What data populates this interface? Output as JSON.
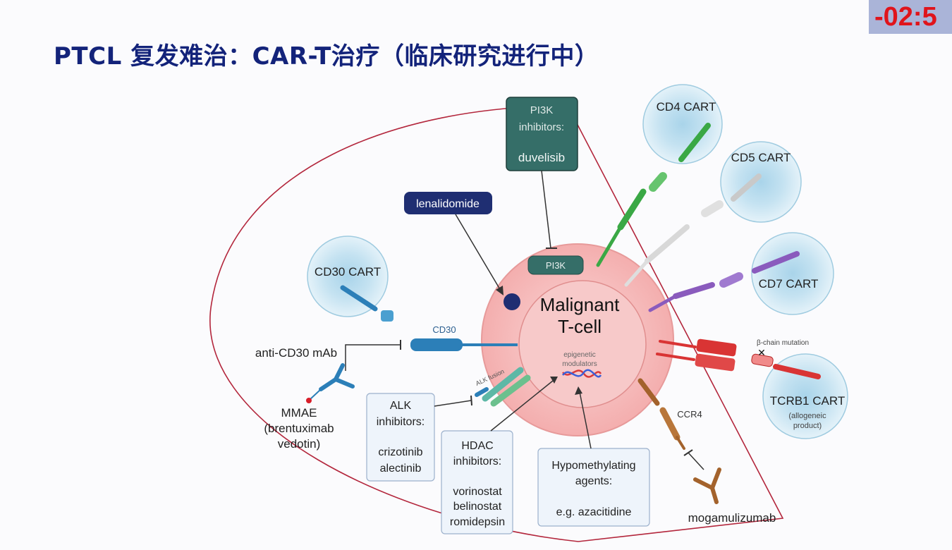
{
  "slide": {
    "title": "PTCL 复发难治：CAR-T治疗（临床研究进行中）",
    "timer": "-02:5"
  },
  "cell": {
    "name_line1": "Malignant",
    "name_line2": "T-cell",
    "epigenetic_line1": "epigenetic",
    "epigenetic_line2": "modulators",
    "pi3k_label": "PI3K"
  },
  "drugs": {
    "pi3k": {
      "line1": "PI3K",
      "line2": "inhibitors:",
      "line3": "duvelisib"
    },
    "lenalidomide": "lenalidomide",
    "alk": {
      "line1": "ALK",
      "line2": "inhibitors:",
      "line3": "crizotinib",
      "line4": "alectinib"
    },
    "hdac": {
      "line1": "HDAC",
      "line2": "inhibitors:",
      "line3": "vorinostat",
      "line4": "belinostat",
      "line5": "romidepsin"
    },
    "hypomethylating": {
      "line1": "Hypomethylating",
      "line2": "agents:",
      "line3": "e.g. azacitidine"
    }
  },
  "antibodies": {
    "anti_cd30": "anti-CD30 mAb",
    "mmae_line1": "MMAE",
    "mmae_line2": "(brentuximab",
    "mmae_line3": "vedotin)",
    "mogamulizumab": "mogamulizumab"
  },
  "receptors": {
    "cd30": "CD30",
    "ccr4": "CCR4",
    "alk_fusion": "ALK fusion",
    "beta_chain": "β-chain mutation"
  },
  "car_t": {
    "cd4": "CD4 CART",
    "cd5": "CD5 CART",
    "cd7": "CD7 CART",
    "cd30": "CD30 CART",
    "tcrb1": "TCRB1 CART",
    "tcrb1_sub1": "(allogeneic",
    "tcrb1_sub2": "product)"
  },
  "colors": {
    "title": "#13237a",
    "timer_text": "#e0141b",
    "timer_bg": "#aab4d8",
    "cell_outer": "#f6b8b8",
    "cell_inner": "#f7caca",
    "outline_red": "#b3263c",
    "car_t_cell": "#cfe7f2",
    "pi3k_box": "#356e68",
    "lenalidomide_box": "#1f2e72",
    "cd4_green": "#3aa845",
    "cd7_purple": "#8a5bbd",
    "cd30_blue": "#2c7fb8",
    "ccr4_brown": "#a3622c",
    "tcr_red": "#d93434"
  }
}
